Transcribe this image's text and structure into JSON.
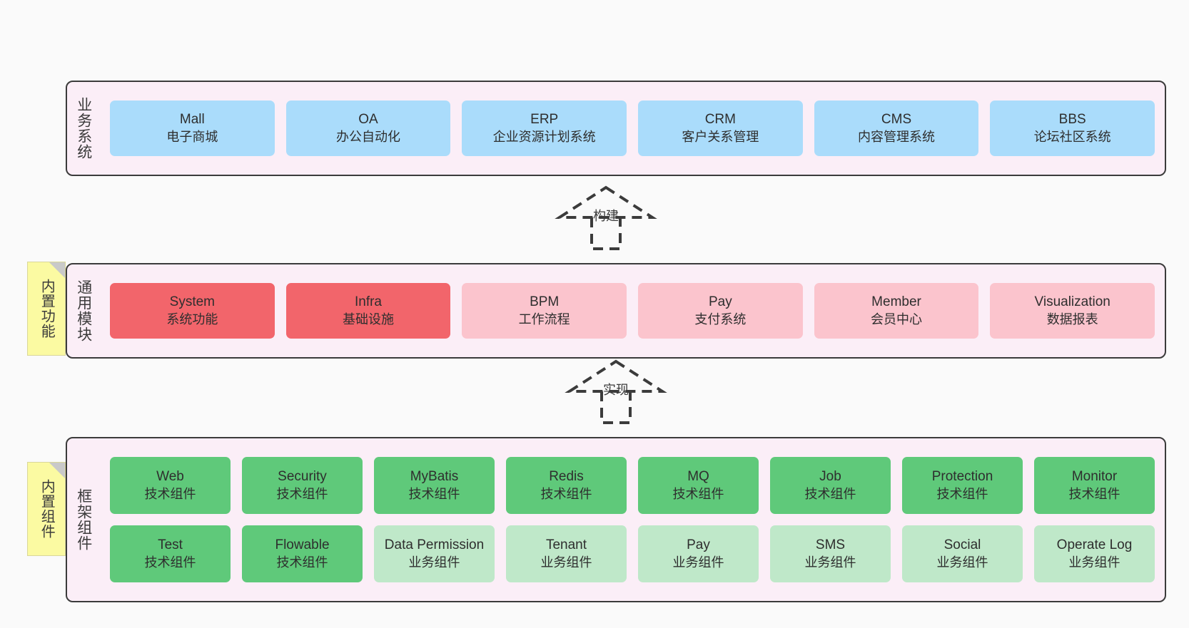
{
  "diagram": {
    "background_color": "#fafafa",
    "layer_bg_color": "#fbeef7",
    "layer_border_color": "#3b3b3b",
    "note_color": "#fbfaa2"
  },
  "notes": [
    {
      "label": "内置功能",
      "name": "builtin-features"
    },
    {
      "label": "内置组件",
      "name": "builtin-components"
    }
  ],
  "arrows": [
    {
      "label": "构建",
      "from": "common-modules",
      "to": "business-systems",
      "style": "dashed-generalization"
    },
    {
      "label": "实现",
      "from": "framework-components",
      "to": "common-modules",
      "style": "dashed-generalization"
    }
  ],
  "layers": {
    "business": {
      "title": "业务系统",
      "color": "#aadcfb",
      "cards": [
        {
          "en": "Mall",
          "cn": "电子商城"
        },
        {
          "en": "OA",
          "cn": "办公自动化"
        },
        {
          "en": "ERP",
          "cn": "企业资源计划系统"
        },
        {
          "en": "CRM",
          "cn": "客户关系管理"
        },
        {
          "en": "CMS",
          "cn": "内容管理系统"
        },
        {
          "en": "BBS",
          "cn": "论坛社区系统"
        }
      ]
    },
    "common": {
      "title": "通用模块",
      "colors": {
        "primary": "#f2656b",
        "secondary": "#fbc4cd"
      },
      "cards": [
        {
          "en": "System",
          "cn": "系统功能",
          "tone": "red"
        },
        {
          "en": "Infra",
          "cn": "基础设施",
          "tone": "red"
        },
        {
          "en": "BPM",
          "cn": "工作流程",
          "tone": "pink"
        },
        {
          "en": "Pay",
          "cn": "支付系统",
          "tone": "pink"
        },
        {
          "en": "Member",
          "cn": "会员中心",
          "tone": "pink"
        },
        {
          "en": "Visualization",
          "cn": "数据报表",
          "tone": "pink"
        }
      ]
    },
    "framework": {
      "title": "框架组件",
      "colors": {
        "technical": "#5fc97a",
        "business": "#bfe8c9"
      },
      "row1": [
        {
          "en": "Web",
          "cn": "技术组件",
          "tone": "green"
        },
        {
          "en": "Security",
          "cn": "技术组件",
          "tone": "green"
        },
        {
          "en": "MyBatis",
          "cn": "技术组件",
          "tone": "green"
        },
        {
          "en": "Redis",
          "cn": "技术组件",
          "tone": "green"
        },
        {
          "en": "MQ",
          "cn": "技术组件",
          "tone": "green"
        },
        {
          "en": "Job",
          "cn": "技术组件",
          "tone": "green"
        },
        {
          "en": "Protection",
          "cn": "技术组件",
          "tone": "green"
        },
        {
          "en": "Monitor",
          "cn": "技术组件",
          "tone": "green"
        }
      ],
      "row2": [
        {
          "en": "Test",
          "cn": "技术组件",
          "tone": "green"
        },
        {
          "en": "Flowable",
          "cn": "技术组件",
          "tone": "green"
        },
        {
          "en": "Data Permission",
          "cn": "业务组件",
          "tone": "lightgreen"
        },
        {
          "en": "Tenant",
          "cn": "业务组件",
          "tone": "lightgreen"
        },
        {
          "en": "Pay",
          "cn": "业务组件",
          "tone": "lightgreen"
        },
        {
          "en": "SMS",
          "cn": "业务组件",
          "tone": "lightgreen"
        },
        {
          "en": "Social",
          "cn": "业务组件",
          "tone": "lightgreen"
        },
        {
          "en": "Operate Log",
          "cn": "业务组件",
          "tone": "lightgreen"
        }
      ]
    }
  }
}
